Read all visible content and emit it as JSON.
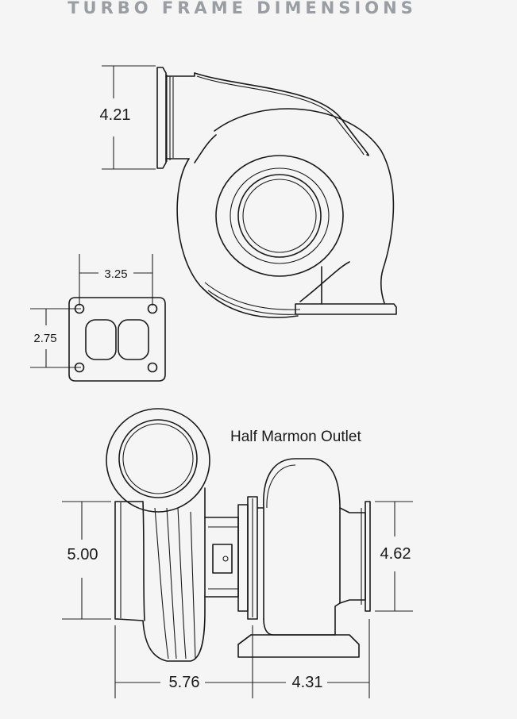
{
  "title": "TURBO FRAME DIMENSIONS",
  "dimensions": {
    "inlet_height": "4.21",
    "flange_bolt_width": "3.25",
    "flange_bolt_height": "2.75",
    "compressor_height": "5.00",
    "turbine_outlet_height": "4.62",
    "overall_length_left": "5.76",
    "overall_length_right": "4.31"
  },
  "labels": {
    "outlet_type": "Half Marmon Outlet"
  }
}
